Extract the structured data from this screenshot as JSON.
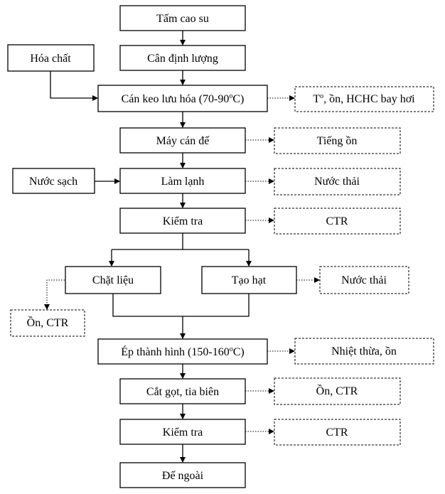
{
  "process": {
    "tam_cao_su": "Tấm cao su",
    "can_dinh_luong": "Cân định lượng",
    "can_keo_luu_hoa": {
      "pre": "Cán keo lưu hóa (70-90",
      "deg": "o",
      "post": "C)"
    },
    "may_can_de": "Máy cán đế",
    "lam_lanh": "Làm lạnh",
    "kiem_tra_1": "Kiểm tra",
    "chat_lieu": "Chặt liệu",
    "tao_hat": "Tạo hạt",
    "ep_thanh_hinh": {
      "pre": "Ép thành hình (150-160",
      "deg": "o",
      "post": "C)"
    },
    "cat_got": "Cắt gọt, tia biên",
    "kiem_tra_2": "Kiểm tra",
    "de_ngoai": "Đế ngoài"
  },
  "inputs": {
    "hoa_chat": "Hóa chất",
    "nuoc_sach": "Nước sạch"
  },
  "outputs": {
    "heat_voc": {
      "pre": "T",
      "deg": "o",
      "post": ", ồn, HCHC bay hơi"
    },
    "tieng_on": "Tiếng ồn",
    "nuoc_thai_1": "Nước thải",
    "ctr_1": "CTR",
    "nuoc_thai_2": "Nước thải",
    "on_ctr": "Ồn, CTR",
    "nhiet_thua_on": "Nhiệt thừa, ồn",
    "on_ctr_2": "Ồn, CTR",
    "ctr_2": "CTR"
  }
}
